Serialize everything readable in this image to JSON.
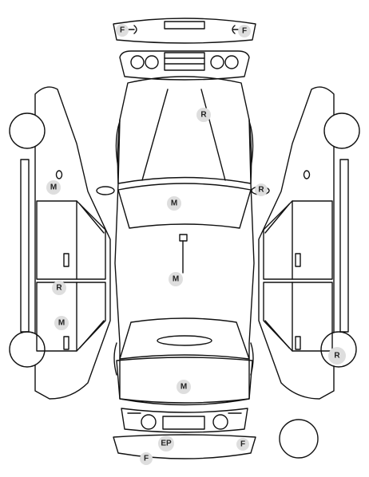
{
  "marker_fill": "#dedede",
  "line_color": "#111111",
  "markers": {
    "front_bumper_left": "F",
    "front_bumper_right": "F",
    "roof_rear": "R",
    "mirror_right": "R",
    "hood": "M",
    "roof_center": "M",
    "trunk": "M",
    "left_front_fender": "M",
    "left_rear_door": "R",
    "left_rear_panel": "M",
    "right_rear_wheel": "R",
    "rear_bumper_center": "EP",
    "rear_bumper_right": "F",
    "rear_bumper_bottom": "F"
  }
}
